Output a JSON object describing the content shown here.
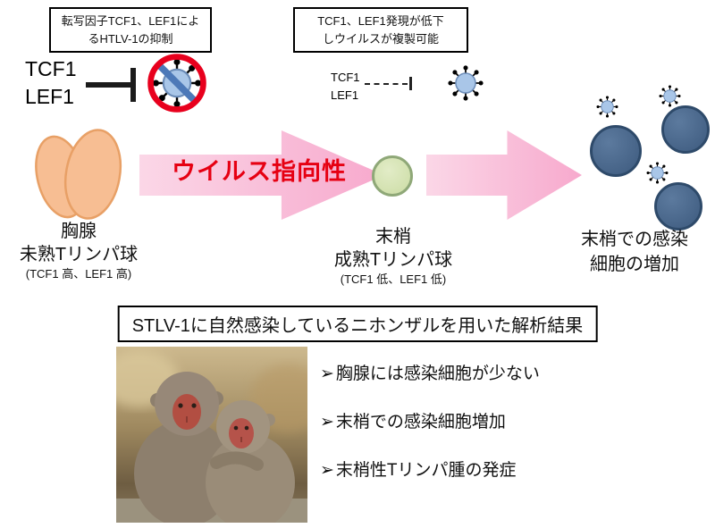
{
  "callout_left": {
    "line1": "転写因子TCF1、LEF1によ",
    "line2": "るHTLV-1の抑制"
  },
  "callout_mid": {
    "line1": "TCF1、LEF1発現が低下",
    "line2": "しウイルスが複製可能"
  },
  "factors_left": {
    "line1": "TCF1",
    "line2": "LEF1"
  },
  "factors_mid": {
    "line1": "TCF1",
    "line2": "LEF1"
  },
  "tropism_label": "ウイルス指向性",
  "thymus": {
    "title": "胸腺",
    "subtitle": "未熟Tリンパ球",
    "note": "(TCF1 高、LEF1 高)"
  },
  "periphery": {
    "title": "末梢",
    "subtitle": "成熟Tリンパ球",
    "note": "(TCF1 低、LEF1 低)"
  },
  "right_label": {
    "line1": "末梢での感染",
    "line2": "細胞の増加"
  },
  "results_title": "STLV-1に自然感染しているニホンザルを用いた解析結果",
  "bullet_glyph": "➢",
  "bullets": [
    {
      "text": "胸腺には感染細胞が少ない"
    },
    {
      "text": "末梢での感染細胞増加"
    },
    {
      "text": "末梢性Tリンパ腫の発症"
    }
  ],
  "icons": {
    "virus": "virus-icon",
    "prohibited_virus": "prohibited-virus-icon",
    "inhibition": "inhibition-t-bar-icon",
    "weak_inhibition": "dashed-inhibition-icon",
    "thymus_organ": "thymus-organ-icon",
    "monkey_photo": "japanese-macaques-photo"
  },
  "colors": {
    "arrow_pink": "#F7A9CD",
    "arrow_pink_light": "#FBD7E7",
    "tropism_red": "#E60012",
    "virus_blue": "#A9C6E8",
    "cell_dark_blue": "#46648A",
    "cell_green": "#CBDCA4",
    "thymus_peach": "#F7BE93",
    "prohibition_red": "#E8001D"
  }
}
